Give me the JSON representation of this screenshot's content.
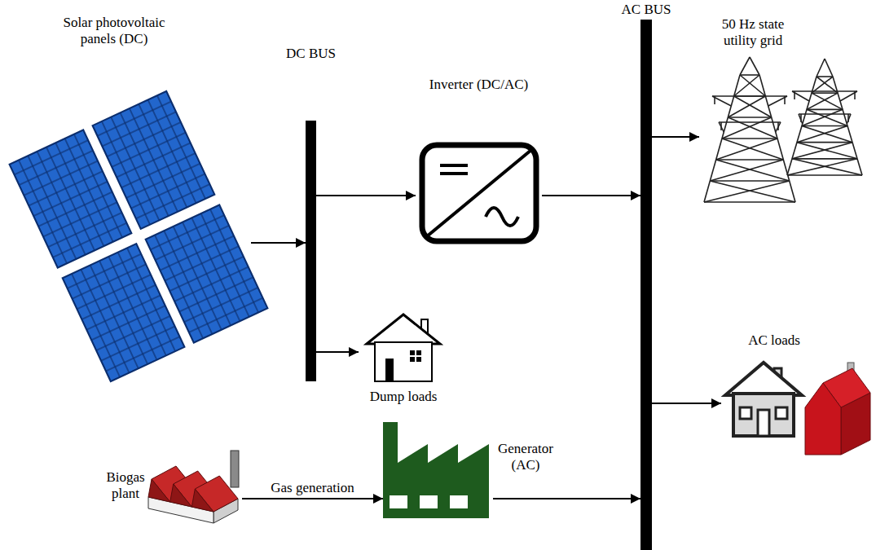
{
  "diagram": {
    "nodes": [
      {
        "text": [
          "Solar photovoltaic panels (DC)"
        ]
      },
      {
        "text": [
          "DC BUS"
        ]
      },
      {
        "text": [
          "Inverter (DC/AC)"
        ]
      },
      {
        "text": [
          "AC BUS"
        ]
      },
      {
        "text": [
          "50 Hz state utility grid"
        ]
      },
      {
        "text": [
          "Dump loads"
        ]
      },
      {
        "text": [
          "AC loads"
        ]
      },
      {
        "text": [
          "Biogas plant"
        ]
      },
      {
        "text": [
          "Generator (AC)"
        ]
      }
    ],
    "edges": [
      {
        "from": 0,
        "to": 1,
        "arrow": "to"
      },
      {
        "from": 1,
        "to": 2,
        "arrow": "to"
      },
      {
        "from": 2,
        "to": 3,
        "arrow": "to"
      },
      {
        "from": 1,
        "to": 5,
        "arrow": "to"
      },
      {
        "from": 3,
        "to": 4,
        "arrow": "to"
      },
      {
        "from": 3,
        "to": 6,
        "arrow": "to"
      },
      {
        "from": 7,
        "to": 8,
        "label": "Gas generation",
        "arrow": "to"
      },
      {
        "from": 8,
        "to": 3,
        "arrow": "to"
      }
    ]
  }
}
